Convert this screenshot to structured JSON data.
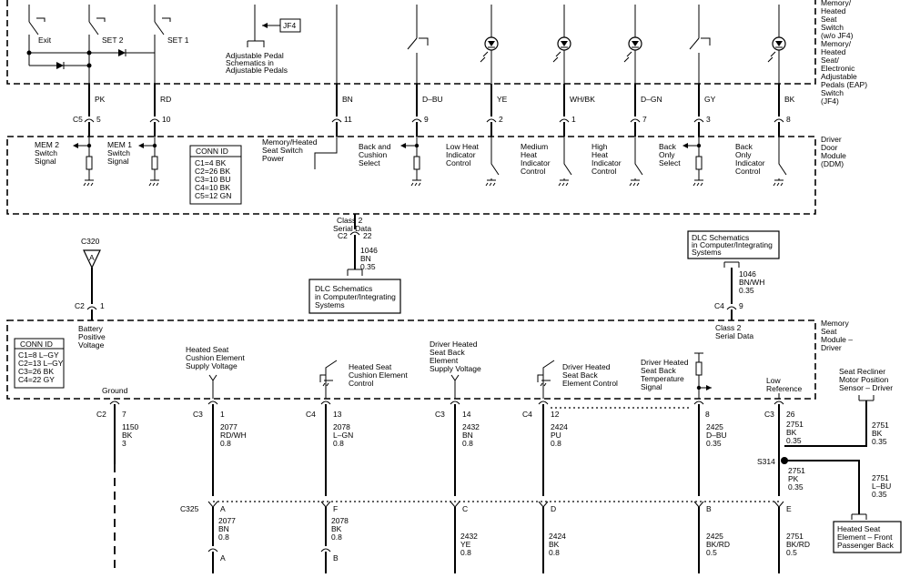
{
  "top_labels": {
    "exit": "Exit",
    "set2": "SET 2",
    "set1": "SET 1",
    "jf4": "JF4",
    "adj_pedal": [
      "Adjustable Pedal",
      "Schematics in",
      "Adjustable Pedals"
    ],
    "switch_title": [
      "Memory/",
      "Heated",
      "Seat",
      "Switch",
      "(w/o JF4)",
      "Memory/",
      "Heated",
      "Seat/",
      "Electronic",
      "Adjustable",
      "Pedals (EAP)",
      "Switch",
      "(JF4)"
    ]
  },
  "top_wires": [
    {
      "color": "PK",
      "pin": "5"
    },
    {
      "color": "RD",
      "pin": "10"
    },
    {
      "color": "BN",
      "pin": "11"
    },
    {
      "color": "D–BU",
      "pin": "9"
    },
    {
      "color": "YE",
      "pin": "2"
    },
    {
      "color": "WH/BK",
      "pin": "1"
    },
    {
      "color": "D–GN",
      "pin": "7"
    },
    {
      "color": "GY",
      "pin": "3"
    },
    {
      "color": "BK",
      "pin": "8"
    }
  ],
  "ddm": {
    "connector": "C5",
    "title": [
      "Driver",
      "Door",
      "Module",
      "(DDM)"
    ],
    "mem2": [
      "MEM 2",
      "Switch",
      "Signal"
    ],
    "mem1": [
      "MEM 1",
      "Switch",
      "Signal"
    ],
    "conn_id_title": "CONN ID",
    "conn_id": [
      "C1=4 BK",
      "C2=26 BK",
      "C3=10 BU",
      "C4=10 BK",
      "C5=12 GN"
    ],
    "mem_power": [
      "Memory/Heated",
      "Seat Switch",
      "Power"
    ],
    "back_cushion": [
      "Back and",
      "Cushion",
      "Select"
    ],
    "low_heat": [
      "Low Heat",
      "Indicator",
      "Control"
    ],
    "med_heat": [
      "Medium",
      "Heat",
      "Indicator",
      "Control"
    ],
    "high_heat": [
      "High",
      "Heat",
      "Indicator",
      "Control"
    ],
    "back_only_sel": [
      "Back",
      "Only",
      "Select"
    ],
    "back_only_ind": [
      "Back",
      "Only",
      "Indicator",
      "Control"
    ]
  },
  "class2_top": {
    "label": [
      "Class 2",
      "Serial Data"
    ],
    "conn": "C2",
    "pin": "22",
    "wire": [
      "1046",
      "BN",
      "0.35"
    ],
    "dlc": [
      "DLC Schematics",
      "in Computer/Integrating",
      "Systems"
    ]
  },
  "dlc_right": {
    "text": [
      "DLC Schematics",
      "in Computer/Integrating",
      "Systems"
    ],
    "wire": [
      "1046",
      "BN/WH",
      "0.35"
    ],
    "conn": "C4",
    "pin": "9",
    "label": [
      "Class 2",
      "Serial Data"
    ]
  },
  "battery": {
    "splice": "C320",
    "letter": "A",
    "conn": "C2",
    "pin": "1",
    "label": [
      "Battery",
      "Positive",
      "Voltage"
    ]
  },
  "msm": {
    "title": [
      "Memory",
      "Seat",
      "Module –",
      "Driver"
    ],
    "conn_id_title": "CONN ID",
    "conn_id": [
      "C1=8 L–GY",
      "C2=13 L–GY",
      "C3=26 BK",
      "C4=22 GY"
    ],
    "ground": "Ground",
    "cushion_supply": [
      "Heated Seat",
      "Cushion Element",
      "Supply Voltage"
    ],
    "cushion_ctrl": [
      "Heated Seat",
      "Cushion Element",
      "Control"
    ],
    "back_supply": [
      "Driver Heated",
      "Seat Back",
      "Element",
      "Supply Voltage"
    ],
    "back_ctrl": [
      "Driver Heated",
      "Seat Back",
      "Element Control"
    ],
    "back_temp": [
      "Driver Heated",
      "Seat Back",
      "Temperature",
      "Signal"
    ],
    "low_ref": [
      "Low",
      "Reference"
    ]
  },
  "bottom_pins": [
    {
      "conn": "C2",
      "pin": "7",
      "wire": [
        "1150",
        "BK",
        "3"
      ]
    },
    {
      "conn": "C3",
      "pin": "1",
      "wire": [
        "2077",
        "RD/WH",
        "0.8"
      ]
    },
    {
      "conn": "C4",
      "pin": "13",
      "wire": [
        "2078",
        "L–GN",
        "0.8"
      ]
    },
    {
      "conn": "C3",
      "pin": "14",
      "wire": [
        "2432",
        "BN",
        "0.8"
      ]
    },
    {
      "conn": "C4",
      "pin": "12",
      "wire": [
        "2424",
        "PU",
        "0.8"
      ]
    },
    {
      "conn": "",
      "pin": "8",
      "wire": [
        "2425",
        "D–BU",
        "0.35"
      ]
    },
    {
      "conn": "C3",
      "pin": "26",
      "wire": [
        "2751",
        "BK",
        "0.35"
      ]
    }
  ],
  "recliner": {
    "label": [
      "Seat Recliner",
      "Motor Position",
      "Sensor – Driver"
    ],
    "wire": [
      "2751",
      "BK",
      "0.35"
    ]
  },
  "splice_s314": {
    "name": "S314",
    "wire_down": [
      "2751",
      "PK",
      "0.35"
    ],
    "wire_right": [
      "2751",
      "L–BU",
      "0.35"
    ]
  },
  "passenger": [
    "Heated Seat",
    "Element – Front",
    "Passenger Back"
  ],
  "c325": {
    "name": "C325",
    "letters": [
      "A",
      "F",
      "C",
      "D",
      "B",
      "E"
    ],
    "wires": [
      [
        "2077",
        "BN",
        "0.8"
      ],
      [
        "2078",
        "BK",
        "0.8"
      ],
      [
        "2432",
        "YE",
        "0.8"
      ],
      [
        "2424",
        "BK",
        "0.8"
      ],
      [
        "2425",
        "BK/RD",
        "0.5"
      ],
      [
        "2751",
        "BK/RD",
        "0.5"
      ]
    ],
    "next_letters": [
      "A",
      "B"
    ]
  }
}
